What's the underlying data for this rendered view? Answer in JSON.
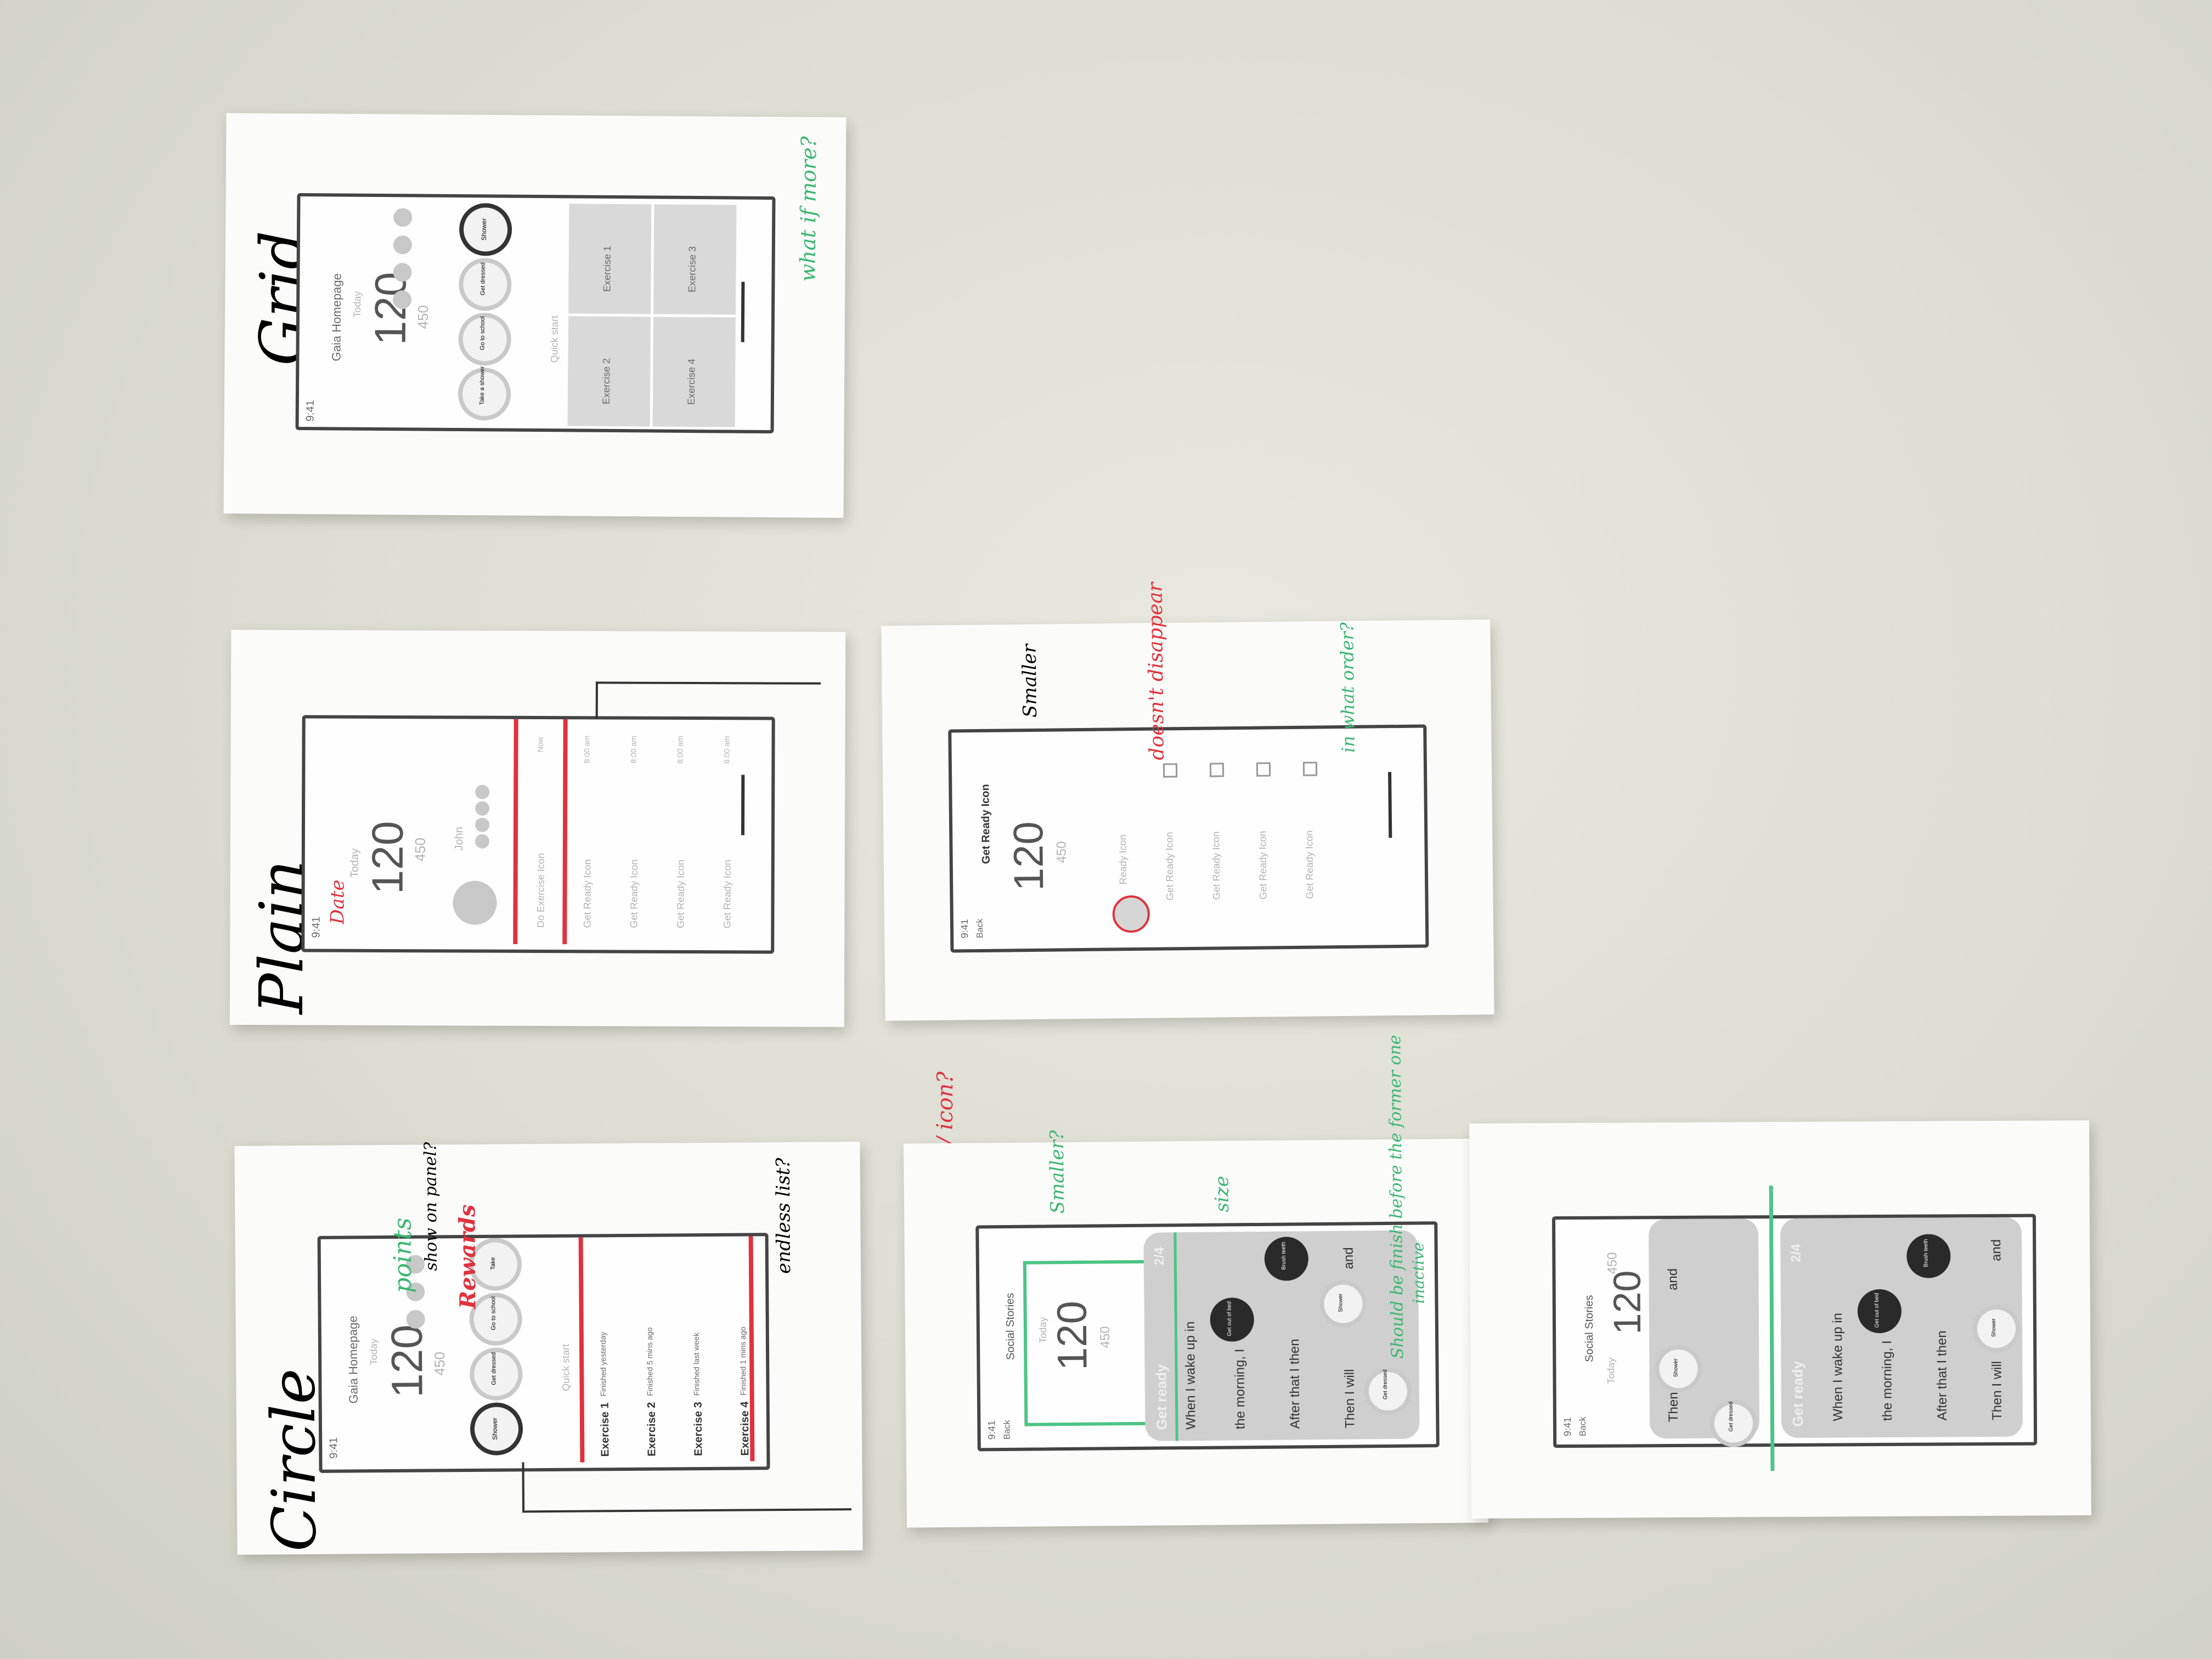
{
  "status_time": "9:41",
  "grid": {
    "label": "Grid",
    "app_title": "Gaia Homepage",
    "today": "Today",
    "score": "120",
    "score_total": "450",
    "quick_start": "Quick start",
    "routines": [
      "Shower",
      "Get dressed",
      "Go to school",
      "Take a shower"
    ],
    "exercises": [
      "Exercise 1",
      "Exercise 2",
      "Exercise 3",
      "Exercise 4"
    ],
    "note_diff": "Different color / icon?",
    "note_more": "what if more?"
  },
  "plain": {
    "label": "Plain",
    "note_date": "Date",
    "today": "Today",
    "score": "120",
    "score_total": "450",
    "user": "John",
    "rows": [
      {
        "label": "Do Exercise Icon",
        "time": "Now"
      },
      {
        "label": "Get Ready Icon",
        "time": "8:00 am"
      },
      {
        "label": "Get Ready Icon",
        "time": "8:00 am"
      },
      {
        "label": "Get Ready Icon",
        "time": "8:00 am"
      },
      {
        "label": "Get Ready Icon",
        "time": "8:00 am"
      }
    ]
  },
  "getready": {
    "back": "Back",
    "title": "Get Ready Icon",
    "score": "120",
    "score_total": "450",
    "note_smaller": "Smaller",
    "note_disappear": "doesn't disappear",
    "note_order": "in what order?",
    "items": [
      "Ready Icon",
      "Get Ready Icon",
      "Get Ready Icon",
      "Get Ready Icon",
      "Get Ready Icon"
    ]
  },
  "circle": {
    "label": "Circle",
    "app_title": "Gaia Homepage",
    "today": "Today",
    "score": "120",
    "score_total": "450",
    "note_points": "points",
    "note_rewards": "Rewards",
    "note_show": "show on panel?",
    "quick_start": "Quick start",
    "routines": [
      "Shower",
      "Get dressed",
      "Go to school",
      "Take"
    ],
    "exercises": [
      {
        "name": "Exercise 1",
        "meta": "Finished yesterday"
      },
      {
        "name": "Exercise 2",
        "meta": "Finished 5 mins ago"
      },
      {
        "name": "Exercise 3",
        "meta": "Finished last week"
      },
      {
        "name": "Exercise 4",
        "meta": "Finished 1 mins ago"
      }
    ],
    "note_endless": "endless list?"
  },
  "stories_a": {
    "back": "Back",
    "title": "Social Stories",
    "today": "Today",
    "score": "120",
    "score_total": "450",
    "note_smaller": "Smaller?",
    "note_size": "size",
    "note_finish": "Should be finish before the former one",
    "note_inactive": "inactive",
    "card_title": "Get ready",
    "card_count": "2/4",
    "lines": [
      "When I wake up in",
      "the morning, I",
      "After that I then",
      "Then I will",
      "and"
    ],
    "bubbles": [
      "Get out of bed",
      "Brush teeth",
      "Shower",
      "Get dressed"
    ]
  },
  "stories_b": {
    "back": "Back",
    "title": "Social Stories",
    "today": "Today",
    "score": "120",
    "score_total": "450",
    "card_title": "Get ready",
    "card_count": "2/4",
    "lines": [
      "When I wake up in",
      "the morning, I",
      "After that I then",
      "Then I will",
      "and"
    ],
    "prev_lines": [
      "Then I will",
      "and"
    ],
    "bubbles": [
      "Get out of bed",
      "Brush teeth",
      "Shower",
      "Get dressed"
    ]
  }
}
